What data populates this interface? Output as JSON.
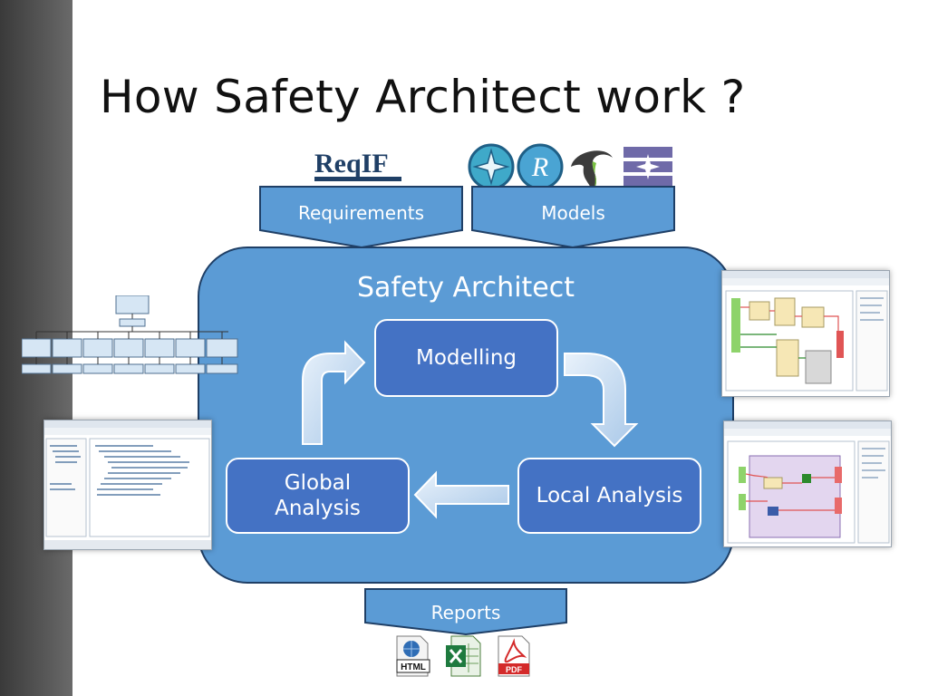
{
  "slide": {
    "title": "How Safety Architect work ?"
  },
  "diagram": {
    "main_label": "Safety Architect",
    "nodes": {
      "modelling": "Modelling",
      "local_analysis": "Local Analysis",
      "global_analysis_line1": "Global",
      "global_analysis_line2": "Analysis"
    },
    "inputs": {
      "requirements": "Requirements",
      "models": "Models"
    },
    "output": {
      "reports": "Reports"
    }
  },
  "logos": {
    "reqif": "ReqIF",
    "r_letter": "R"
  },
  "report_icons": {
    "html": "HTML",
    "pdf": "PDF"
  },
  "colors": {
    "sidebar": "#4a4a4a",
    "main_box": "#5b9bd5",
    "node_fill": "#4472c4",
    "outline": "#1f3f66"
  },
  "icons": [
    "reqif-logo",
    "capella-logo",
    "r-logo",
    "eclipse-bird-logo",
    "stack-logo",
    "html-file-icon",
    "excel-file-icon",
    "pdf-file-icon"
  ]
}
